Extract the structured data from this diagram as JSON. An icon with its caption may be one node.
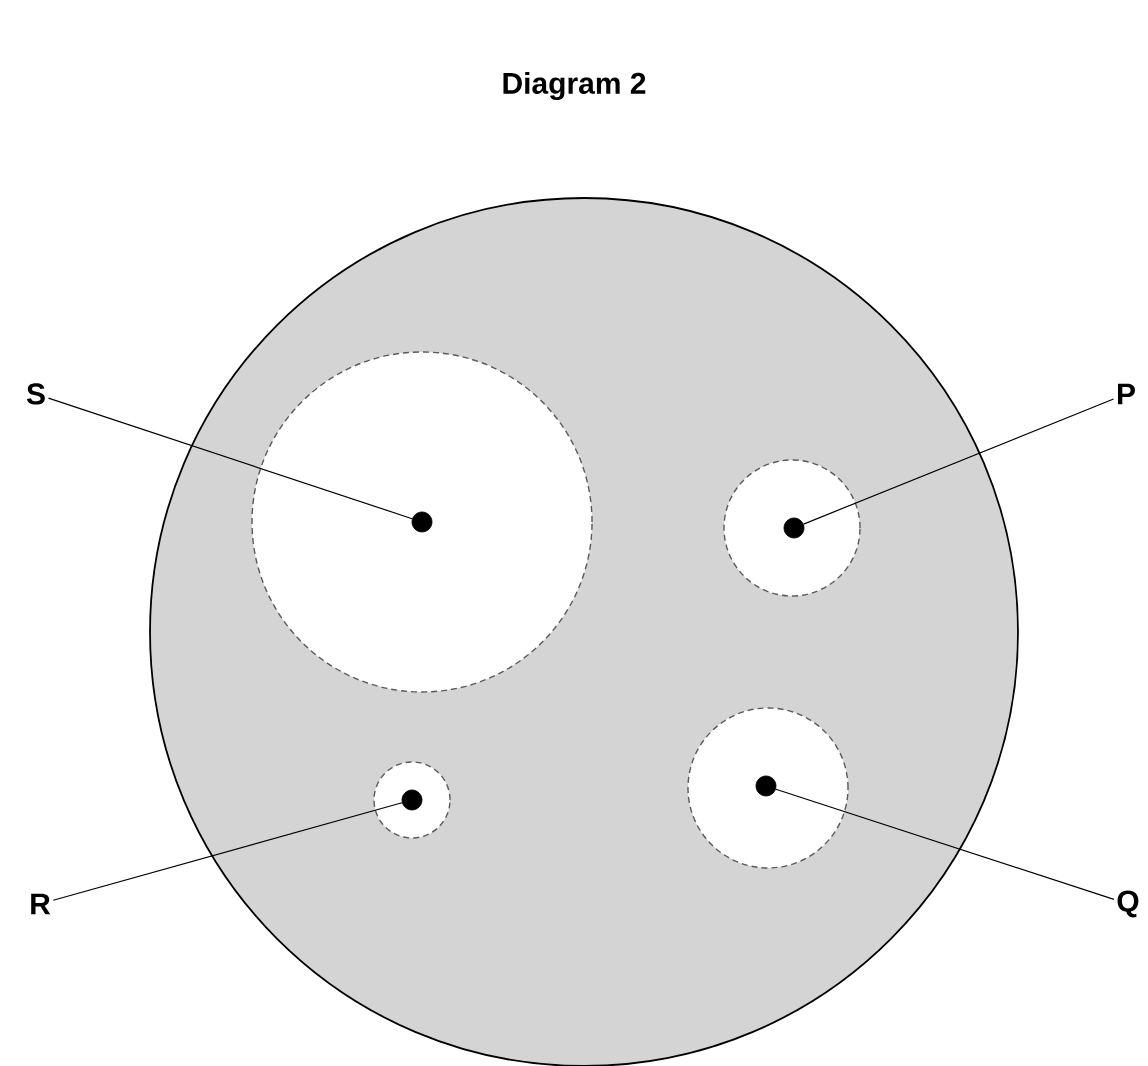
{
  "diagram": {
    "title": "Diagram 2",
    "nodes": [
      {
        "text": [],
        "shape": "circle"
      },
      {
        "text": [],
        "shape": "circle",
        "in": 0
      },
      {
        "text": [],
        "shape": "circle",
        "in": 1
      },
      {
        "text": [],
        "shape": "circle",
        "in": 0
      },
      {
        "text": [],
        "shape": "circle",
        "in": 3
      },
      {
        "text": [],
        "shape": "circle",
        "in": 0
      },
      {
        "text": [],
        "shape": "circle",
        "in": 5
      },
      {
        "text": [],
        "shape": "circle",
        "in": 0
      },
      {
        "text": [],
        "shape": "circle",
        "in": 7
      },
      {
        "text": [
          "S"
        ]
      },
      {
        "text": [
          "P"
        ]
      },
      {
        "text": [
          "R"
        ]
      },
      {
        "text": [
          "Q"
        ]
      }
    ],
    "edges": [
      {
        "from": 9,
        "to": 2,
        "arrow": "none"
      },
      {
        "from": 10,
        "to": 4,
        "arrow": "none"
      },
      {
        "from": 11,
        "to": 6,
        "arrow": "none"
      },
      {
        "from": 12,
        "to": 8,
        "arrow": "none"
      }
    ]
  }
}
